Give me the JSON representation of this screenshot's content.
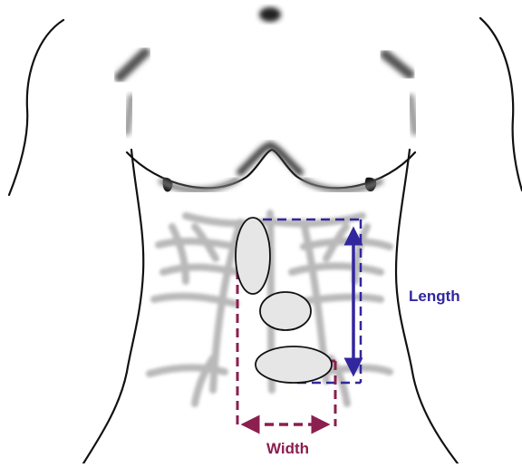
{
  "labels": {
    "length": "Length",
    "width": "Width"
  },
  "colors": {
    "length": "#32269e",
    "width": "#8b1f4f",
    "outline": "#111111",
    "muscle_shading": "#b9b9b9",
    "lesion_fill": "#e6e6e6"
  },
  "icons": {
    "length_arrow": "double-headed-arrow",
    "width_arrow": "double-headed-arrow"
  }
}
